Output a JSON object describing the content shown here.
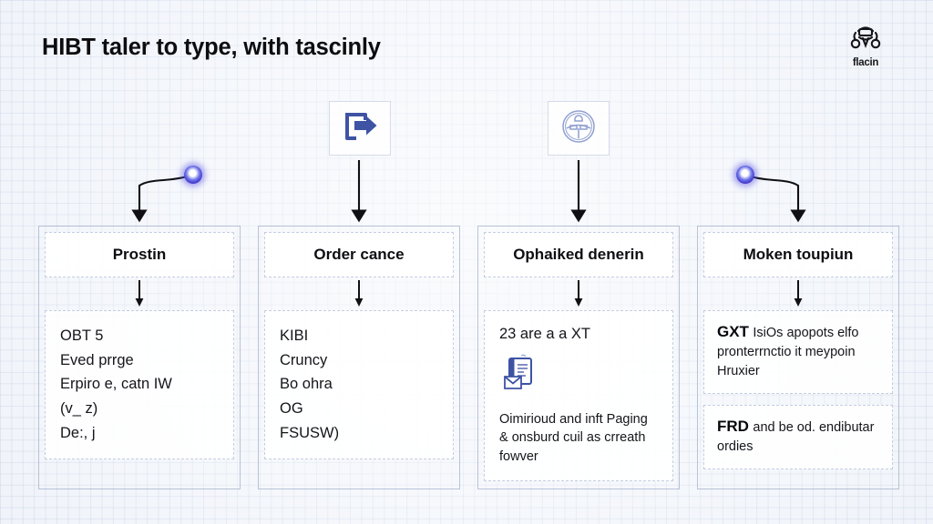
{
  "page": {
    "title": "HIBT taler to type, with tascinly",
    "background_color": "#eef2f9",
    "grid_color": "#aabad6",
    "accent_color": "#3f35c9",
    "icon_blue": "#3e53a4"
  },
  "brand": {
    "name": "flacin",
    "icon": "abstract-mark-icon"
  },
  "top_icons": [
    {
      "name": "export-document-icon",
      "column": 1
    },
    {
      "name": "seal-badge-icon",
      "column": 2
    }
  ],
  "connectors": {
    "node_icon": "glow-node-icon",
    "arrow_icon": "arrow-down-icon"
  },
  "columns": [
    {
      "header": "Prostin",
      "cards": [
        {
          "lines": [
            "OBT 5",
            "Eved prrge",
            "Erpiro e, catn IW",
            "(v_ z)",
            "De:, j"
          ]
        }
      ]
    },
    {
      "header": "Order cance",
      "cards": [
        {
          "lines": [
            "KIBI",
            "Cruncy",
            "Bo ohra",
            "OG",
            "FSUSW)"
          ]
        }
      ]
    },
    {
      "header": "Ophaiked denerin",
      "cards": [
        {
          "headline": "23 are a a XT",
          "icon": "document-envelope-icon",
          "paragraph": "Oimirioud and inft Paging & onsburd cuil as crreath fowver"
        }
      ]
    },
    {
      "header": "Moken toupiun",
      "cards": [
        {
          "lead": "GXT",
          "paragraph": "IsiOs apopots elfo pronterrnctio it meypoin Hruxier"
        },
        {
          "lead": "FRD",
          "paragraph": "and be od. endibutar ordies"
        }
      ]
    }
  ]
}
